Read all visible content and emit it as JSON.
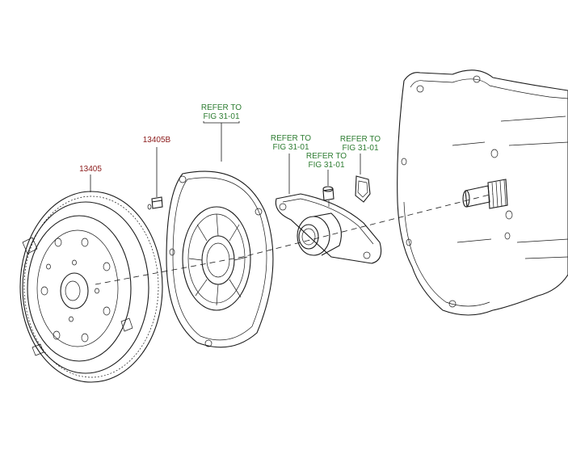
{
  "colors": {
    "part_number": "#8b1a1a",
    "reference": "#2e7d32",
    "line": "#1a1a1a",
    "background": "#ffffff"
  },
  "callouts": {
    "flywheel": {
      "text": "13405"
    },
    "flywheel_bolt": {
      "text": "13405B"
    },
    "pressure_plate": {
      "line1": "REFER TO",
      "line2": "FIG 31-01"
    },
    "release_fork": {
      "line1": "REFER TO",
      "line2": "FIG 31-01"
    },
    "fork_pivot": {
      "line1": "REFER TO",
      "line2": "FIG 31-01"
    },
    "retaining_clip": {
      "line1": "REFER TO",
      "line2": "FIG 31-01"
    }
  }
}
